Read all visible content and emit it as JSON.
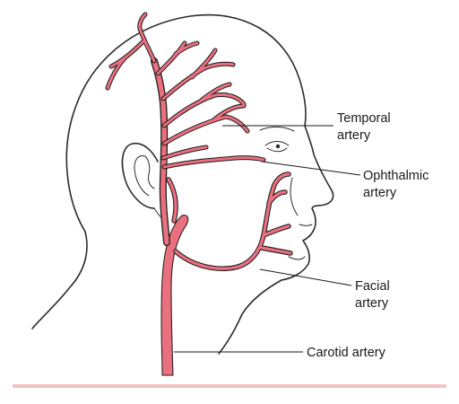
{
  "colors": {
    "artery": "#e8707f",
    "outline": "#2b2b2b",
    "bottom_rule": "#f4c3c6"
  },
  "labels": {
    "temporal": {
      "line1": "Temporal",
      "line2": "artery"
    },
    "ophthalmic": {
      "line1": "Ophthalmic",
      "line2": "artery"
    },
    "facial": {
      "line1": "Facial",
      "line2": "artery"
    },
    "carotid": {
      "line1": "Carotid artery"
    }
  }
}
